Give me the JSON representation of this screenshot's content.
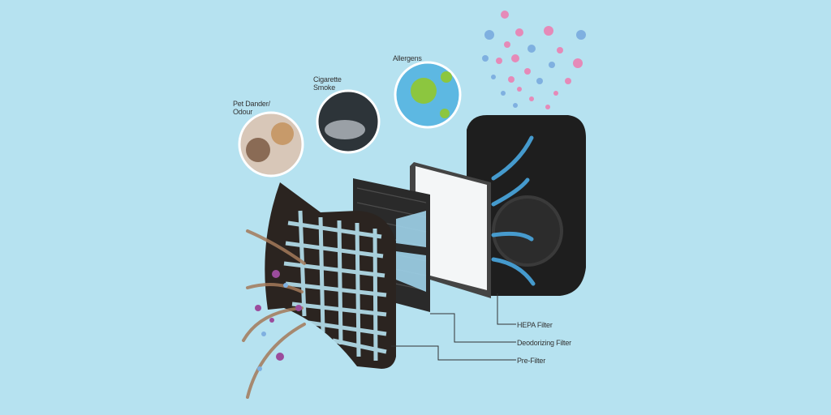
{
  "contaminants": [
    {
      "label": "Pet Dander/\nOdour",
      "line1": "Pet Dander/",
      "line2": "Odour"
    },
    {
      "label": "Cigarette\nSmoke",
      "line1": "Cigarette",
      "line2": "Smoke"
    },
    {
      "label": "Allergens",
      "line1": "Allergens",
      "line2": ""
    }
  ],
  "filters": [
    {
      "label": "HEPA Filter"
    },
    {
      "label": "Deodorizing Filter"
    },
    {
      "label": "Pre-Filter"
    }
  ],
  "colors": {
    "background": "#b6e2f0",
    "unit": "#1e1e1e",
    "airflow": "#4aa8e0",
    "intake": "#a47a5a",
    "particles_pink": "#e58ab8",
    "particles_blue": "#6fa8dc"
  }
}
